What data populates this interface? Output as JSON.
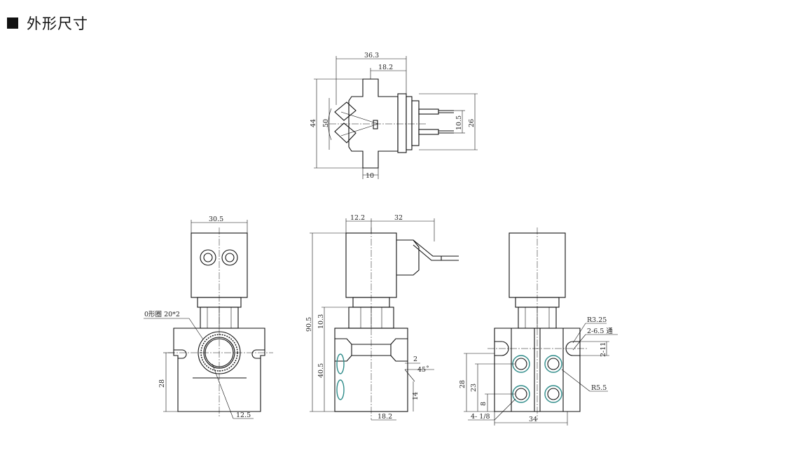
{
  "section": {
    "title": "外形尺寸"
  },
  "top_view": {
    "dims": [
      "36.3",
      "18.2",
      "44",
      "50",
      "10.5",
      "26",
      "10"
    ]
  },
  "front_view": {
    "dims": [
      "30.5",
      "28",
      "12.5"
    ],
    "label_oring": "0形圈 20*2"
  },
  "side_view": {
    "dims": [
      "12.2",
      "32",
      "90.5",
      "10.3",
      "40.5",
      "14",
      "18.2"
    ],
    "dim_2": "2",
    "dim_45": "45˚"
  },
  "rear_view": {
    "dims": [
      "R3.25",
      "2-6.5 通",
      "2-11",
      "R5.5",
      "28",
      "23",
      "8",
      "34"
    ],
    "label_ports": "4- 1/8"
  },
  "colors": {
    "line": "#111111",
    "thread": "#2f8c8a"
  }
}
